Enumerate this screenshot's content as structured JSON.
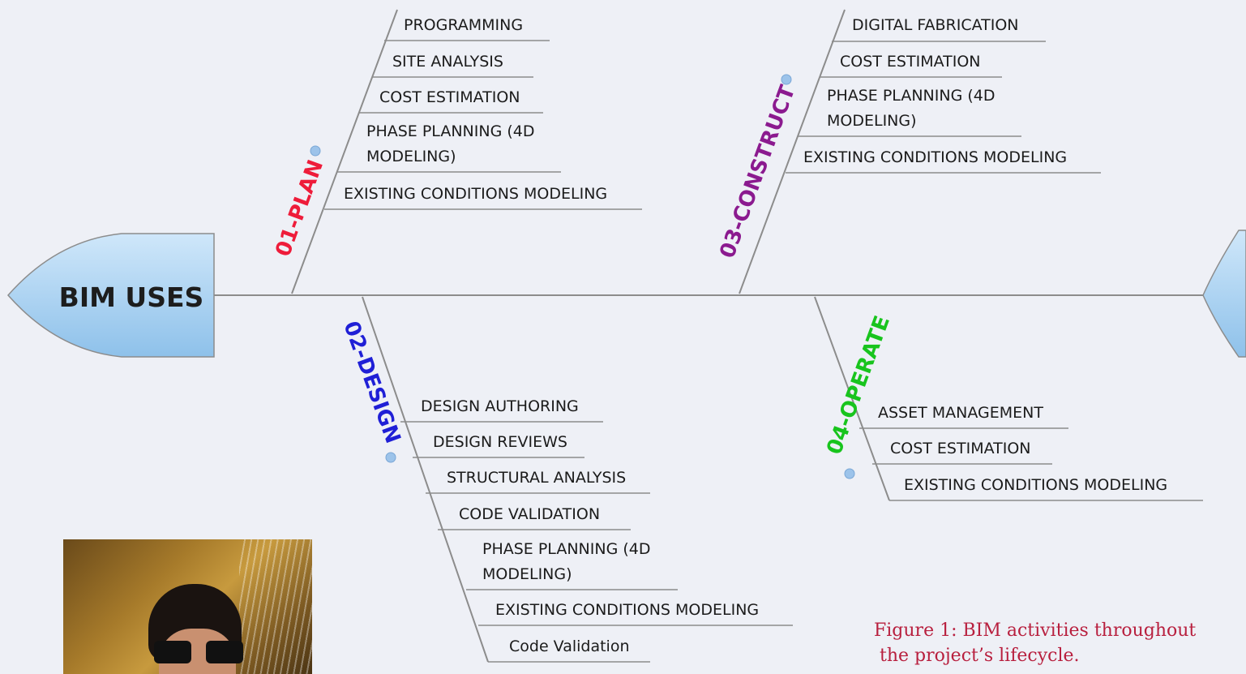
{
  "head_label": "BIM USES",
  "categories": [
    {
      "id": "plan",
      "label": "01-PLAN",
      "color": "#ee1c3a",
      "items": [
        "PROGRAMMING",
        "SITE ANALYSIS",
        "COST ESTIMATION",
        "PHASE PLANNING (4D MODELING)",
        "EXISTING CONDITIONS MODELING"
      ]
    },
    {
      "id": "design",
      "label": "02-DESIGN",
      "color": "#1f1fd6",
      "items": [
        "DESIGN AUTHORING",
        "DESIGN REVIEWS",
        "STRUCTURAL ANALYSIS",
        "CODE VALIDATION",
        "PHASE PLANNING (4D MODELING)",
        "EXISTING CONDITIONS MODELING",
        "Code Validation"
      ]
    },
    {
      "id": "construct",
      "label": "03-CONSTRUCT",
      "color": "#8b1a8f",
      "items": [
        "DIGITAL FABRICATION",
        "COST ESTIMATION",
        "PHASE PLANNING (4D MODELING)",
        "EXISTING CONDITIONS MODELING"
      ]
    },
    {
      "id": "operate",
      "label": "04-OPERATE",
      "color": "#18c41d",
      "items": [
        "ASSET MANAGEMENT",
        "COST ESTIMATION",
        "EXISTING CONDITIONS MODELING"
      ]
    }
  ],
  "caption": [
    "Figure 1: BIM activities throughout",
    " the project’s lifecycle."
  ],
  "colors": {
    "spine": "#8c8c8c",
    "shape_fill": "#a9d3f2",
    "collapse_dot": "#9cc3ea"
  },
  "photo_icon": "portrait-photo"
}
